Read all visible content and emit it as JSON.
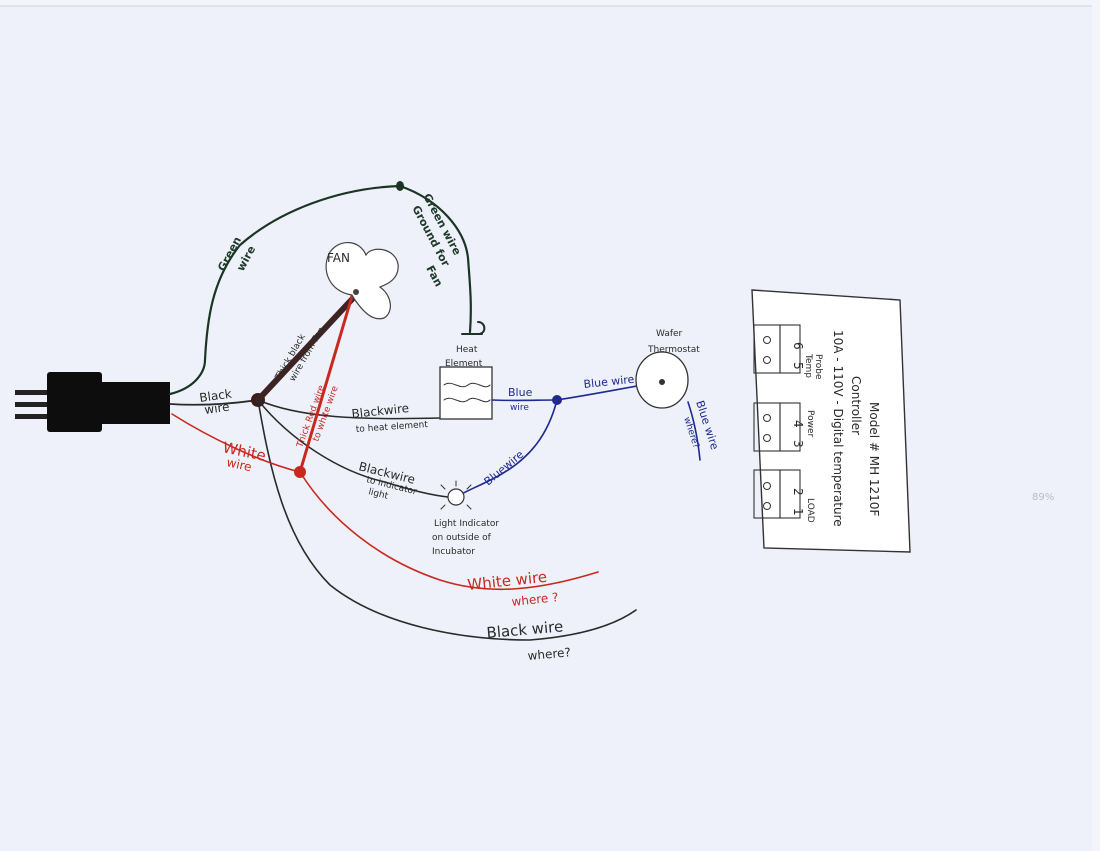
{
  "diagram": {
    "plug_cord": {
      "green_wire_label_1": "Green",
      "green_wire_label_2": "wire",
      "black_wire_label_1": "Black",
      "black_wire_label_2": "wire",
      "white_wire_label_1": "White",
      "white_wire_label_2": "wire"
    },
    "fan": {
      "label": "FAN",
      "thick_black_label_1": "Thick black",
      "thick_black_label_2": "wire from Fan",
      "thick_red_label_1": "Thick Red wire",
      "thick_red_label_2": "to white wire"
    },
    "green_branch": {
      "label_1": "Green wire",
      "label_2": "Ground for",
      "label_3": "Fan"
    },
    "heat_element": {
      "label_1": "Heat",
      "label_2": "Element"
    },
    "black_to_heat": {
      "label_1": "Blackwire",
      "label_2": "to heat element"
    },
    "black_to_light": {
      "label_1": "Blackwire",
      "label_2": "to indicator",
      "label_3": "light"
    },
    "blue_wires": {
      "blue_wire_1a": "Blue",
      "blue_wire_1b": "wire",
      "blue_wire_2": "Blue wire",
      "blue_wire_3": "Bluewire",
      "blue_where_1": "Blue wire",
      "blue_where_2": "where?"
    },
    "thermostat": {
      "label_1": "Wafer",
      "label_2": "Thermostat"
    },
    "light_indicator": {
      "label_1": "Light Indicator",
      "label_2": "on outside of",
      "label_3": "Incubator"
    },
    "loose_ends": {
      "white_where_1": "White wire",
      "white_where_2": "where ?",
      "black_where_1": "Black wire",
      "black_where_2": "where?"
    },
    "controller": {
      "terminal_1": "1",
      "terminal_2": "2",
      "terminal_3": "3",
      "terminal_4": "4",
      "terminal_5": "5",
      "terminal_6": "6",
      "load_label": "LOAD",
      "power_label": "Power",
      "probe_label_1": "Temp",
      "probe_label_2": "Probe",
      "desc_1": "10A - 110V - Digital temperature",
      "desc_2": "Controller",
      "desc_3": "Model # MH 1210F"
    },
    "stray_mark": "89%"
  }
}
